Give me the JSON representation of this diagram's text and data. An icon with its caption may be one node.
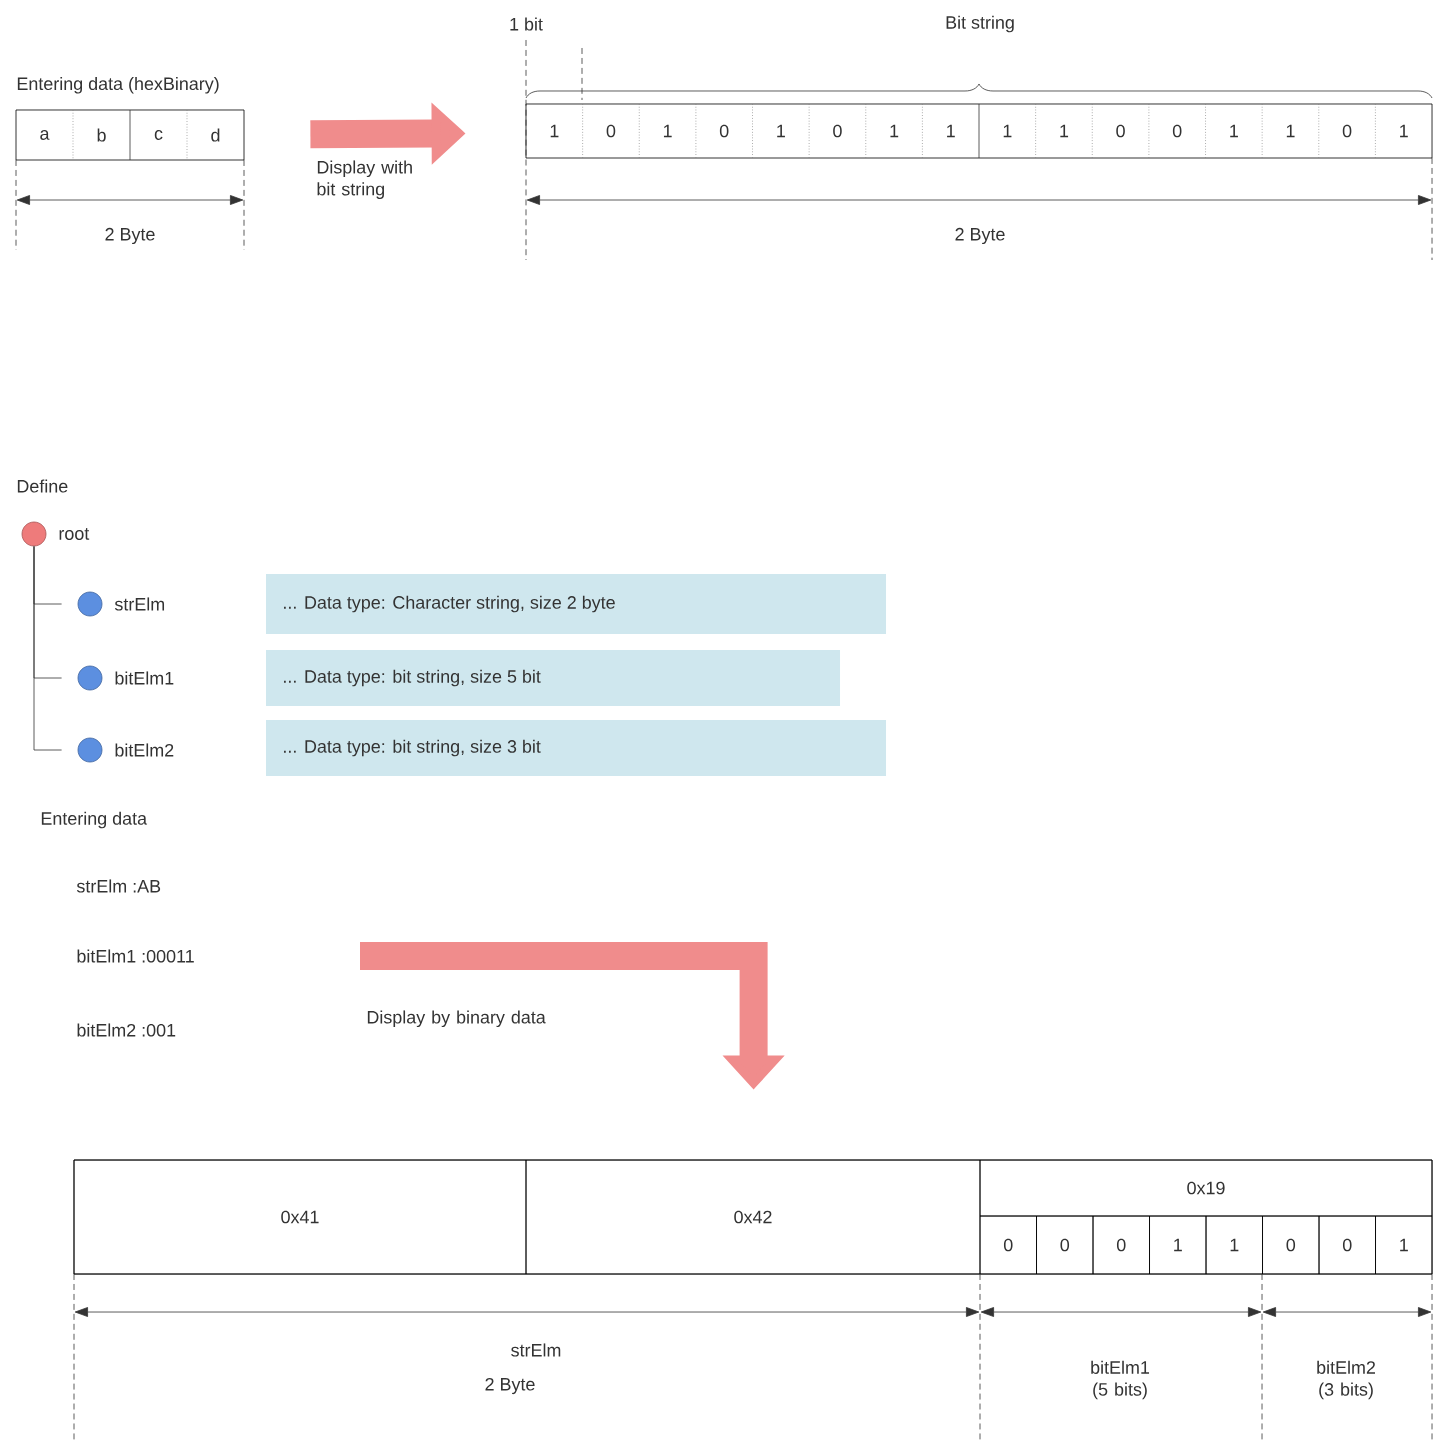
{
  "diagram": {
    "nodes": [
      {
        "text": [
          "Entering data (hexBinary)"
        ]
      },
      {
        "text": [
          "a"
        ],
        "in": 0
      },
      {
        "text": [
          "b"
        ],
        "in": 0
      },
      {
        "text": [
          "c"
        ],
        "in": 0
      },
      {
        "text": [
          "d"
        ],
        "in": 0
      },
      {
        "text": [],
        "shape": "box"
      },
      {
        "text": [
          "1"
        ],
        "in": 5
      },
      {
        "text": [
          "0"
        ],
        "in": 5
      },
      {
        "text": [
          "1"
        ],
        "in": 5
      },
      {
        "text": [
          "0"
        ],
        "in": 5
      },
      {
        "text": [
          "1"
        ],
        "in": 5
      },
      {
        "text": [
          "0"
        ],
        "in": 5
      },
      {
        "text": [
          "1"
        ],
        "in": 5
      },
      {
        "text": [
          "1"
        ],
        "in": 5
      },
      {
        "text": [
          "1"
        ],
        "in": 5
      },
      {
        "text": [
          "1"
        ],
        "in": 5
      },
      {
        "text": [
          "0"
        ],
        "in": 5
      },
      {
        "text": [
          "0"
        ],
        "in": 5
      },
      {
        "text": [
          "1"
        ],
        "in": 5
      },
      {
        "text": [
          "1"
        ],
        "in": 5
      },
      {
        "text": [
          "0"
        ],
        "in": 5
      },
      {
        "text": [
          "1"
        ],
        "in": 5
      },
      {
        "text": [
          "root"
        ]
      },
      {
        "text": [
          "strElm"
        ]
      },
      {
        "text": [
          "bitElm1"
        ]
      },
      {
        "text": [
          "bitElm2"
        ]
      },
      {
        "text": [
          "... Data type: Character string, size 2 byte"
        ]
      },
      {
        "text": [
          "... Data type: bit string, size 5 bit"
        ]
      },
      {
        "text": [
          "... Data type: bit string, size 3 bit"
        ]
      },
      {
        "text": [],
        "shape": "box"
      },
      {
        "text": [
          "0x41"
        ],
        "in": 29
      },
      {
        "text": [
          "0x42"
        ],
        "in": 29
      },
      {
        "text": [
          "0x19"
        ],
        "in": 29
      },
      {
        "text": [
          "0"
        ],
        "in": 29
      },
      {
        "text": [
          "0"
        ],
        "in": 29
      },
      {
        "text": [
          "0"
        ],
        "in": 29
      },
      {
        "text": [
          "1"
        ],
        "in": 29
      },
      {
        "text": [
          "1"
        ],
        "in": 29
      },
      {
        "text": [
          "0"
        ],
        "in": 29
      },
      {
        "text": [
          "0"
        ],
        "in": 29
      },
      {
        "text": [
          "1"
        ],
        "in": 29
      }
    ],
    "edges": [
      {
        "from": 0,
        "to": 5,
        "arrow": "to",
        "label": "Display with bit string",
        "style": "thick",
        "color": "#f08c8c"
      },
      {
        "from": 22,
        "to": 23,
        "arrow": "none"
      },
      {
        "from": 22,
        "to": 24,
        "arrow": "none"
      },
      {
        "from": 22,
        "to": 25,
        "arrow": "none"
      },
      {
        "from": null,
        "to": 29,
        "arrow": "to",
        "label": "Display by binary data",
        "style": "thick",
        "color": "#f08c8c"
      }
    ],
    "labels": [
      "1 bit",
      "Bit string",
      "2 Byte",
      "2 Byte",
      "Define",
      "Entering data",
      "strElm :AB",
      "bitElm1 :00011",
      "bitElm2 :001",
      "strElm",
      "2 Byte",
      "bitElm1 (5 bits)",
      "bitElm2 (3 bits)"
    ]
  }
}
